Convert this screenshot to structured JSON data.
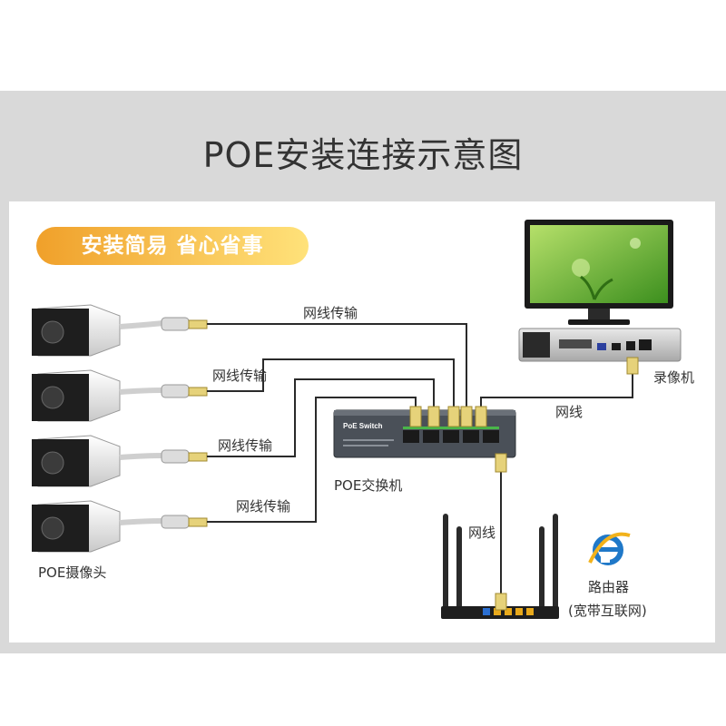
{
  "title": "POE安装连接示意图",
  "badge": "安装简易  省心省事",
  "labels": {
    "cable1": "网线传输",
    "cable2": "网线传输",
    "cable3": "网线传输",
    "cable4": "网线传输",
    "nvr_link": "网线",
    "router_link": "网线",
    "cameras": "POE摄像头",
    "switch": "POE交换机",
    "nvr": "录像机",
    "router": "路由器",
    "router_sub": "(宽带互联网)",
    "switch_face": "PoE Switch"
  },
  "colors": {
    "badge_start": "#f0a02a",
    "badge_end": "#ffe27a",
    "cable": "#2a2a2a",
    "switch_body": "#4a5058",
    "monitor_screen": "#6dbb2a",
    "ie_blue": "#1f78c8"
  }
}
